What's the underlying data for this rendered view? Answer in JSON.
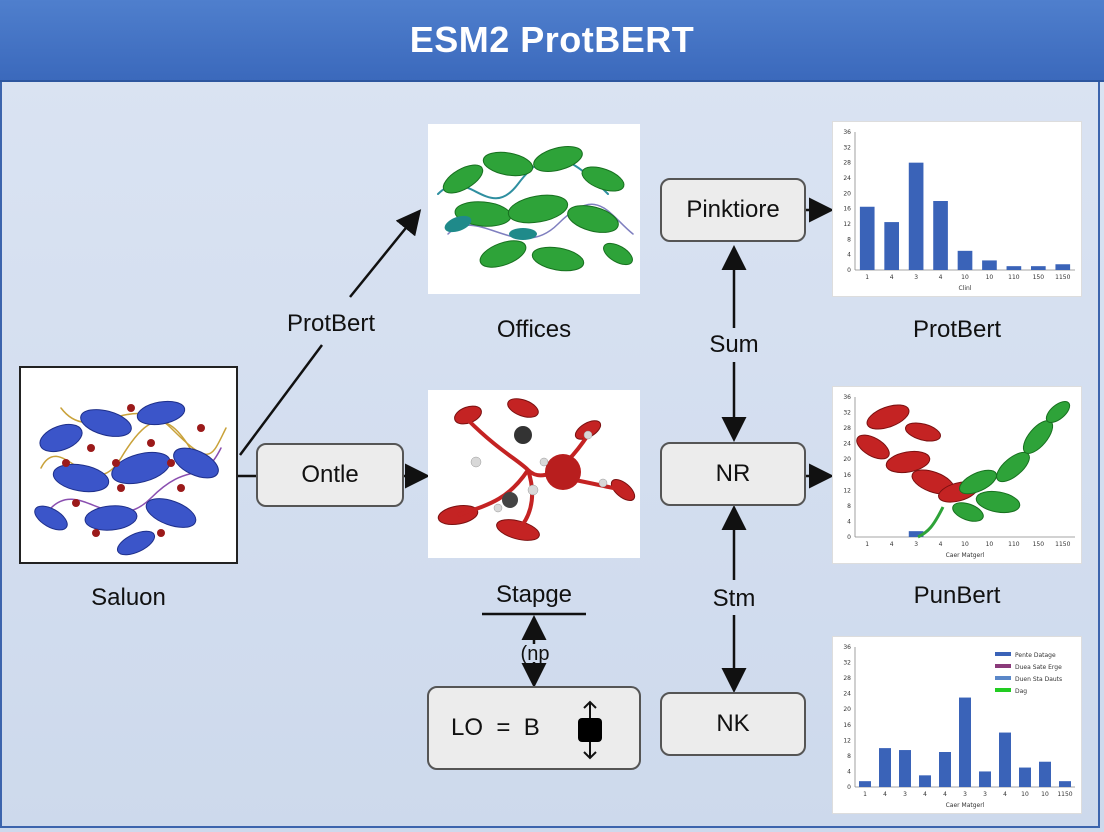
{
  "title": "ESM2 ProtBERT",
  "nodes": {
    "input_label": "Saluon",
    "box_ontle": "Ontle",
    "box_pinktiore": "Pinktiore",
    "box_nr": "NR",
    "box_nk": "NK",
    "box_lo_eq_b": "LO  =  B",
    "img_top_label": "Offices",
    "img_mid_label": "Stapge",
    "chart_top_label": "ProtBert",
    "chart_mid_label": "PunBert"
  },
  "edges": {
    "protbert": "ProtBert",
    "sum": "Sum",
    "stm": "Stm",
    "np": "(np"
  },
  "chart_data": [
    {
      "type": "bar",
      "categories": [
        "1",
        "4",
        "3",
        "4",
        "10",
        "10",
        "110",
        "150",
        "1150"
      ],
      "values": [
        16.5,
        12.5,
        28,
        18,
        5,
        2.5,
        1,
        1,
        1.5
      ],
      "ylim": [
        0,
        36
      ],
      "yticks": [
        "0",
        "4",
        "8",
        "12",
        "16",
        "20",
        "24",
        "28",
        "32",
        "36"
      ],
      "xlabel": "Clinl",
      "colors": {
        "bar": "#3a63b8"
      }
    },
    {
      "type": "bar",
      "categories": [
        "1",
        "4",
        "3",
        "4",
        "10",
        "10",
        "110",
        "150",
        "1150"
      ],
      "values": [
        0,
        0,
        1.5,
        0,
        0,
        0,
        0,
        0,
        0
      ],
      "ylim": [
        0,
        36
      ],
      "yticks": [
        "0",
        "4",
        "8",
        "12",
        "16",
        "20",
        "24",
        "28",
        "32",
        "36"
      ],
      "xlabel": "Caer Matgerl",
      "colors": {
        "bar": "#3a63b8"
      }
    },
    {
      "type": "bar",
      "categories": [
        "1",
        "4",
        "3",
        "4",
        "4",
        "3",
        "3",
        "4",
        "10",
        "10",
        "1150"
      ],
      "values": [
        1.5,
        10,
        9.5,
        3,
        9,
        23,
        4,
        14,
        5,
        6.5,
        1.5
      ],
      "ylim": [
        0,
        36
      ],
      "yticks": [
        "0",
        "4",
        "8",
        "12",
        "16",
        "20",
        "24",
        "28",
        "32",
        "36"
      ],
      "xlabel": "Caer Matgerl",
      "legend": [
        "Pente Datage",
        "Duea Sate Erge",
        "Duen Sta Dauts",
        "Dag"
      ],
      "colors": {
        "bar": "#3a63b8",
        "legend": [
          "#3a63b8",
          "#8a3a7a",
          "#5a87c8",
          "#22cc22"
        ]
      }
    }
  ]
}
